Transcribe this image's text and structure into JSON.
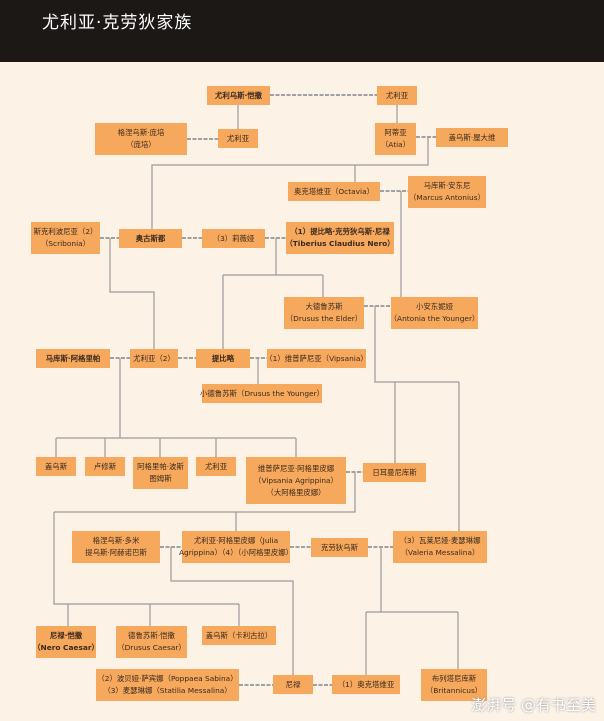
{
  "title": "尤利亚·克劳狄家族",
  "watermark": "澎湃号 @有书至美",
  "colors": {
    "box": "#f6a85c",
    "background": "#fcf2e5",
    "header": "#1c1816",
    "line": "#9a9a9a"
  },
  "people": {
    "caesar": [
      "尤利乌斯·恺撒"
    ],
    "julia_top": [
      "尤利亚"
    ],
    "pompey": [
      "格涅乌斯·庞培",
      "（庞培）"
    ],
    "julia_caesar": [
      "尤利亚"
    ],
    "atia": [
      "阿蒂亚",
      "（Atia）"
    ],
    "octavius": [
      "盖乌斯·屋大维"
    ],
    "octavia": [
      "奥克塔维亚（Octavia）"
    ],
    "antony": [
      "马库斯·安东尼",
      "（Marcus Antonius）"
    ],
    "scribonia": [
      "斯克利波尼亚（2）",
      "（Scribonia）"
    ],
    "augustus": [
      "奥古斯都"
    ],
    "livia": [
      "（3）莉薇娅"
    ],
    "tiberius_nero": [
      "（1）提比略·克劳狄乌斯·尼禄",
      "（Tiberius Claudius Nero）"
    ],
    "drusus_elder": [
      "大德鲁苏斯",
      "（Drusus the Elder）"
    ],
    "antonia": [
      "小安东妮娅",
      "（Antonia the Younger）"
    ],
    "agrippa": [
      "马库斯·阿格里帕"
    ],
    "julia2": [
      "尤利亚（2）"
    ],
    "tiberius": [
      "提比略"
    ],
    "vipsania": [
      "（1）维普萨尼亚（Vipsania）"
    ],
    "drusus_younger": [
      "小德鲁苏斯（Drusus the Younger）"
    ],
    "gaius": [
      "盖乌斯"
    ],
    "lucius": [
      "卢修斯"
    ],
    "postumus": [
      "阿格里帕·波斯",
      "图姆斯"
    ],
    "julia_minor": [
      "尤利亚"
    ],
    "agrippina_elder": [
      "维普萨尼亚·阿格里皮娜",
      "（Vipsania Agrippina）",
      "（大阿格里皮娜）"
    ],
    "germanicus": [
      "日耳曼尼库斯"
    ],
    "domitius": [
      "格涅乌斯·多米",
      "提乌斯·阿赫诺巴斯"
    ],
    "agrippina_younger": [
      "尤利亚·阿格里皮娜（Julia",
      "Agrippina）（4）（小阿格里皮娜）"
    ],
    "claudius": [
      "克劳狄乌斯"
    ],
    "messalina": [
      "（3）瓦莱尼娅·麦瑟琳娜",
      "（Valeria Messalina）"
    ],
    "nero_caesar": [
      "尼禄·恺撒",
      "（Nero Caesar）"
    ],
    "drusus_caesar": [
      "德鲁苏斯·恺撒",
      "（Drusus Caesar）"
    ],
    "caligula": [
      "盖乌斯（卡利古拉）"
    ],
    "poppaea": [
      "（2）波贝娅·萨宾娜（Poppaea Sabina）",
      "（3）麦瑟琳娜（Statilia Messalina）"
    ],
    "nero": [
      "尼禄"
    ],
    "octavia2": [
      "（1）奥克塔维亚"
    ],
    "britannicus": [
      "布列塔尼库斯",
      "（Britannicus）"
    ]
  }
}
